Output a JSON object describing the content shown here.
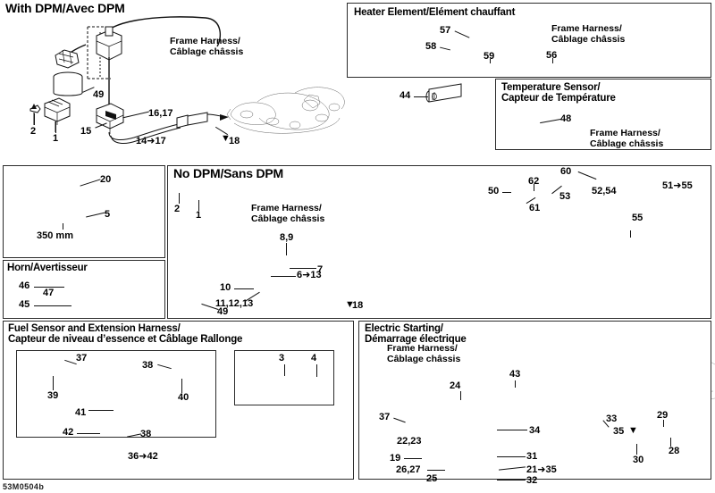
{
  "sheet": {
    "footer_code": "53M0504b"
  },
  "panels": {
    "with_dpm": {
      "title": "With DPM/Avec DPM",
      "frame_harness_label": "Frame Harness/\nCâblage châssis",
      "callouts": [
        "2",
        "1",
        "49",
        "15",
        "16,17",
        "14➜17",
        "18"
      ]
    },
    "heater_element": {
      "title": "Heater Element/Elément chauffant",
      "frame_harness_label": "Frame Harness/\nCâblage châssis",
      "callouts": [
        "57",
        "58",
        "59",
        "56"
      ]
    },
    "temperature_sensor": {
      "title": "Temperature Sensor/\nCapteur de Température",
      "frame_harness_label": "Frame Harness/\nCâblage châssis",
      "callouts": [
        "48"
      ]
    },
    "loose_part": {
      "callouts": [
        "44"
      ]
    },
    "fasteners": {
      "callouts": [
        "20",
        "5"
      ],
      "dimension": "350 mm"
    },
    "horn": {
      "title": "Horn/Avertisseur",
      "callouts": [
        "46",
        "47",
        "45"
      ]
    },
    "no_dpm": {
      "title": "No DPM/Sans DPM",
      "frame_harness_label": "Frame Harness/\nCâblage châssis",
      "callouts": [
        "2",
        "1",
        "8,9",
        "7",
        "6➜13",
        "10",
        "11,12,13",
        "49",
        "18",
        "60",
        "62",
        "50",
        "53",
        "61",
        "52,54",
        "55",
        "51➜55"
      ]
    },
    "fuel_sensor": {
      "title": "Fuel Sensor and Extension Harness/\nCapteur de niveau d’essence et Câblage Rallonge",
      "callouts": [
        "37",
        "38",
        "39",
        "40",
        "41",
        "42",
        "38",
        "36➜42",
        "3",
        "4"
      ]
    },
    "electric_starting": {
      "title": "Electric Starting/\nDémarrage électrique",
      "frame_harness_label": "Frame Harness/\nCâblage châssis",
      "callouts": [
        "43",
        "24",
        "37",
        "34",
        "22,23",
        "19",
        "31",
        "26,27",
        "25",
        "21➜35",
        "32",
        "33",
        "35",
        "29",
        "28",
        "30"
      ]
    }
  },
  "colors": {
    "ink": "#111111",
    "panel_border": "#2b2b2b",
    "paper": "#ffffff",
    "shade": "#d9d9d9"
  }
}
